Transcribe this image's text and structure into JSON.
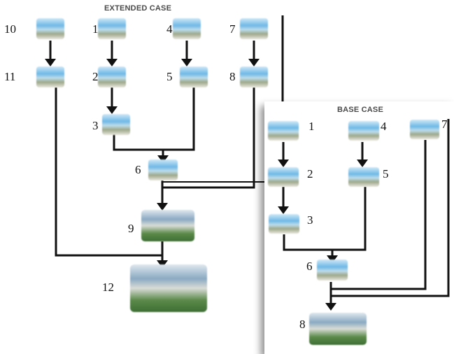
{
  "extended": {
    "title": "EXTENDED CASE",
    "labels": [
      "10",
      "1",
      "4",
      "7",
      "11",
      "2",
      "5",
      "8",
      "3",
      "6",
      "9",
      "12"
    ]
  },
  "base": {
    "title": "BASE CASE",
    "labels": [
      "1",
      "4",
      "7",
      "2",
      "5",
      "3",
      "6",
      "8"
    ]
  }
}
